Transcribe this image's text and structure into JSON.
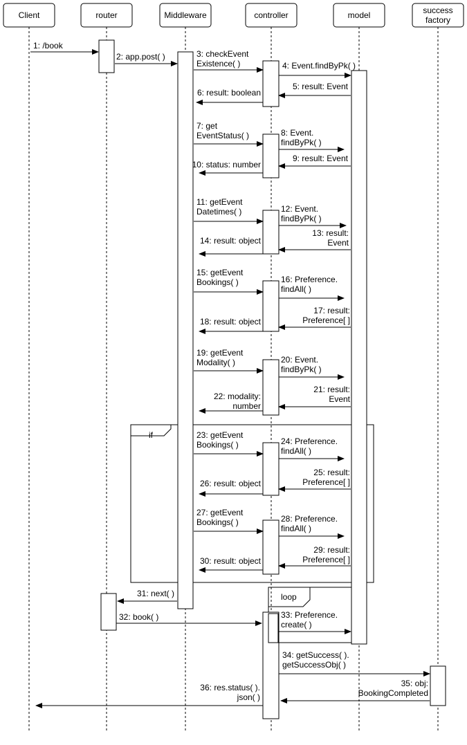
{
  "participants": [
    {
      "id": "client",
      "label": [
        "Client"
      ]
    },
    {
      "id": "router",
      "label": [
        "router"
      ]
    },
    {
      "id": "middleware",
      "label": [
        "Middleware"
      ]
    },
    {
      "id": "controller",
      "label": [
        "controller"
      ]
    },
    {
      "id": "model",
      "label": [
        "model"
      ]
    },
    {
      "id": "success_factory",
      "label": [
        "success",
        "factory"
      ]
    }
  ],
  "fragments": [
    {
      "id": "if",
      "label": "if"
    },
    {
      "id": "loop",
      "label": "loop"
    }
  ],
  "messages": [
    {
      "from": "client",
      "to": "router",
      "label": [
        "1: /book"
      ]
    },
    {
      "from": "router",
      "to": "middleware",
      "label": [
        "2: app.post( )"
      ]
    },
    {
      "from": "middleware",
      "to": "controller",
      "label": [
        "3: checkEvent",
        "Existence( )"
      ]
    },
    {
      "from": "controller",
      "to": "model",
      "label": [
        "4: Event.findByPk( )"
      ]
    },
    {
      "from": "model",
      "to": "controller",
      "label": [
        "5: result: Event"
      ]
    },
    {
      "from": "controller",
      "to": "middleware",
      "label": [
        "6: result: boolean"
      ]
    },
    {
      "from": "middleware",
      "to": "controller",
      "label": [
        "7: get",
        "EventStatus( )"
      ]
    },
    {
      "from": "controller",
      "to": "model",
      "label": [
        "8: Event.",
        "findByPk( )"
      ]
    },
    {
      "from": "model",
      "to": "controller",
      "label": [
        "9: result: Event"
      ]
    },
    {
      "from": "controller",
      "to": "middleware",
      "label": [
        "10: status: number"
      ]
    },
    {
      "from": "middleware",
      "to": "controller",
      "label": [
        "11: getEvent",
        "Datetimes( )"
      ]
    },
    {
      "from": "controller",
      "to": "model",
      "label": [
        "12: Event.",
        "findByPk( )"
      ]
    },
    {
      "from": "model",
      "to": "controller",
      "label": [
        "13: result:",
        "Event"
      ]
    },
    {
      "from": "controller",
      "to": "middleware",
      "label": [
        "14: result: object"
      ]
    },
    {
      "from": "middleware",
      "to": "controller",
      "label": [
        "15: getEvent",
        "Bookings( )"
      ]
    },
    {
      "from": "controller",
      "to": "model",
      "label": [
        "16: Preference.",
        "findAll( )"
      ]
    },
    {
      "from": "model",
      "to": "controller",
      "label": [
        "17: result:",
        "Preference[ ]"
      ]
    },
    {
      "from": "controller",
      "to": "middleware",
      "label": [
        "18: result: object"
      ]
    },
    {
      "from": "middleware",
      "to": "controller",
      "label": [
        "19: getEvent",
        "Modality( )"
      ]
    },
    {
      "from": "controller",
      "to": "model",
      "label": [
        "20: Event.",
        "findByPk( )"
      ]
    },
    {
      "from": "model",
      "to": "controller",
      "label": [
        "21: result:",
        "Event"
      ]
    },
    {
      "from": "controller",
      "to": "middleware",
      "label": [
        "22: modality:",
        "number"
      ]
    },
    {
      "from": "middleware",
      "to": "controller",
      "label": [
        "23: getEvent",
        "Bookings( )"
      ]
    },
    {
      "from": "controller",
      "to": "model",
      "label": [
        "24: Preference.",
        "findAll( )"
      ]
    },
    {
      "from": "model",
      "to": "controller",
      "label": [
        "25: result:",
        "Preference[ ]"
      ]
    },
    {
      "from": "controller",
      "to": "middleware",
      "label": [
        "26: result: object"
      ]
    },
    {
      "from": "middleware",
      "to": "controller",
      "label": [
        "27: getEvent",
        "Bookings( )"
      ]
    },
    {
      "from": "controller",
      "to": "model",
      "label": [
        "28: Preference.",
        "findAll( )"
      ]
    },
    {
      "from": "model",
      "to": "controller",
      "label": [
        "29: result:",
        "Preference[ ]"
      ]
    },
    {
      "from": "controller",
      "to": "middleware",
      "label": [
        "30: result: object"
      ]
    },
    {
      "from": "middleware",
      "to": "router",
      "label": [
        "31: next( )"
      ]
    },
    {
      "from": "router",
      "to": "controller",
      "label": [
        "32: book( )"
      ]
    },
    {
      "from": "controller",
      "to": "model",
      "label": [
        "33: Preference.",
        "create( )"
      ]
    },
    {
      "from": "controller",
      "to": "success_factory",
      "label": [
        "34: getSuccess( ).",
        "getSuccessObj( )"
      ]
    },
    {
      "from": "success_factory",
      "to": "controller",
      "label": [
        "35: obj:",
        "BookingCompleted"
      ]
    },
    {
      "from": "controller",
      "to": "client",
      "label": [
        "36: res.status( ).",
        "json( )"
      ]
    }
  ]
}
